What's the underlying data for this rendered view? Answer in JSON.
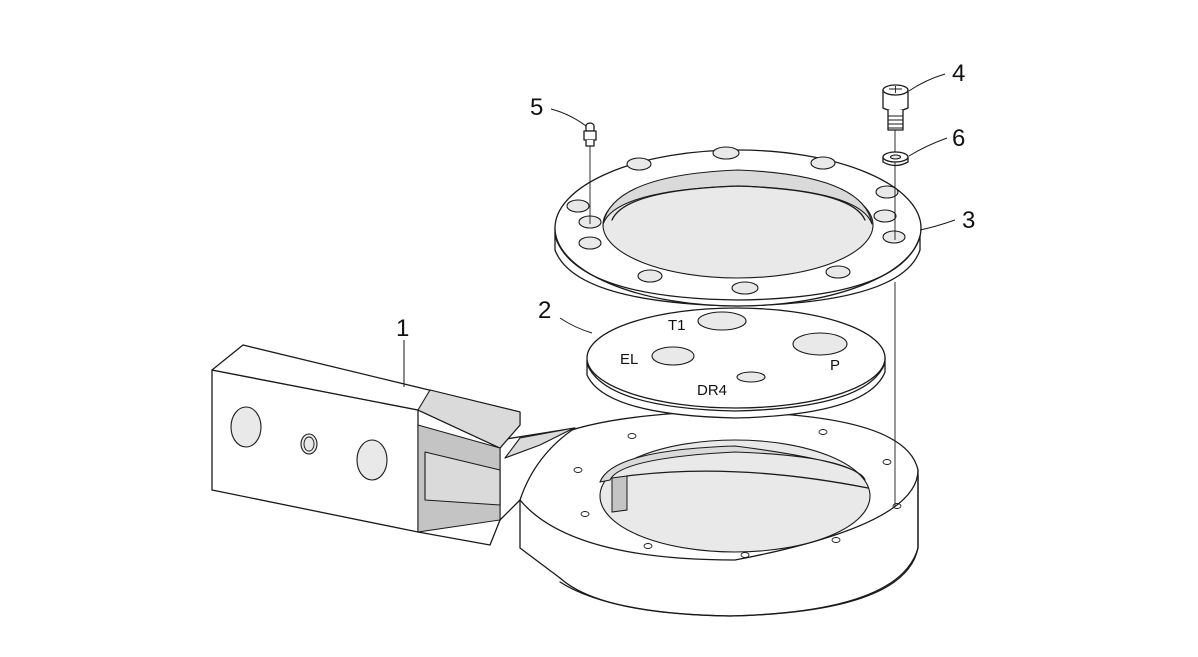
{
  "callouts": {
    "c1": "1",
    "c2": "2",
    "c3": "3",
    "c4": "4",
    "c5": "5",
    "c6": "6"
  },
  "port_labels": {
    "t1": "T1",
    "el": "EL",
    "p": "P",
    "dr4": "DR4"
  }
}
